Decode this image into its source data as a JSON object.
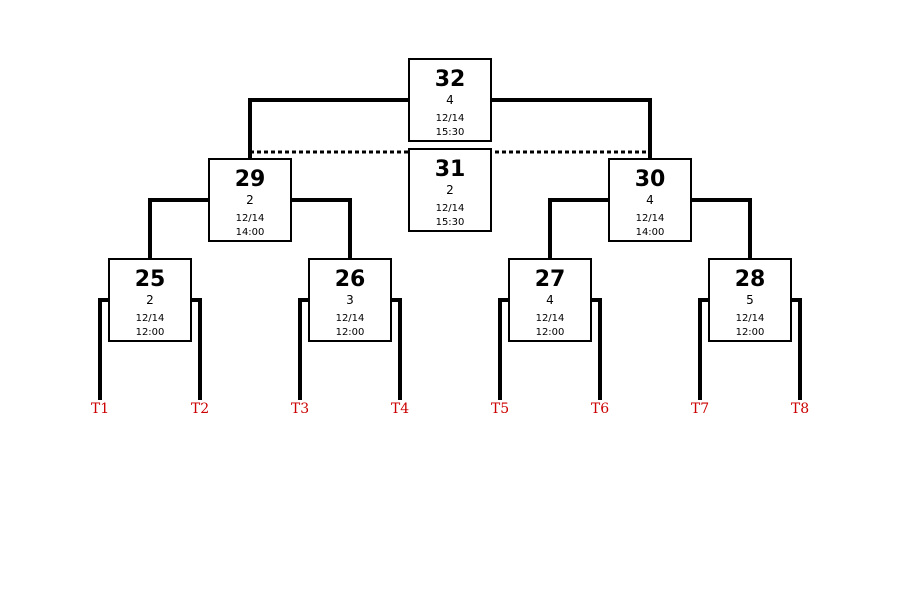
{
  "matches": {
    "m25": {
      "number": "25",
      "court": "2",
      "date": "12/14",
      "time": "12:00"
    },
    "m26": {
      "number": "26",
      "court": "3",
      "date": "12/14",
      "time": "12:00"
    },
    "m27": {
      "number": "27",
      "court": "4",
      "date": "12/14",
      "time": "12:00"
    },
    "m28": {
      "number": "28",
      "court": "5",
      "date": "12/14",
      "time": "12:00"
    },
    "m29": {
      "number": "29",
      "court": "2",
      "date": "12/14",
      "time": "14:00"
    },
    "m30": {
      "number": "30",
      "court": "4",
      "date": "12/14",
      "time": "14:00"
    },
    "m31": {
      "number": "31",
      "court": "2",
      "date": "12/14",
      "time": "15:30"
    },
    "m32": {
      "number": "32",
      "court": "4",
      "date": "12/14",
      "time": "15:30"
    }
  },
  "teams": [
    "T1",
    "T2",
    "T3",
    "T4",
    "T5",
    "T6",
    "T7",
    "T8"
  ],
  "colors": {
    "team_label": "#cc0000",
    "line": "#000000",
    "box_border": "#000000",
    "box_fill": "#ffffff"
  }
}
